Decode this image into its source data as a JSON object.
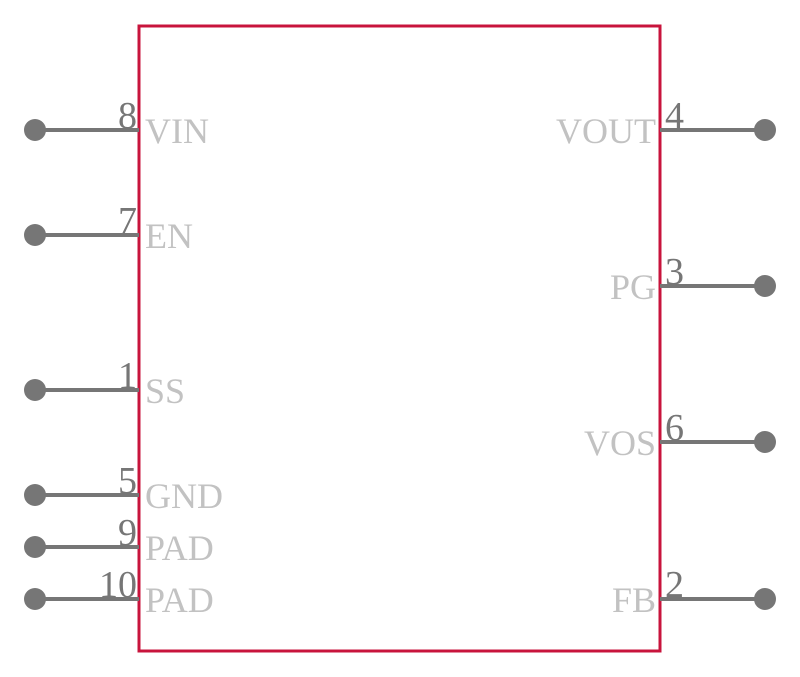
{
  "colors": {
    "body_outline": "#c8143c",
    "pin_line": "#767676",
    "pin_number": "#767676",
    "pin_name": "#c2c2c2"
  },
  "left_pins": [
    {
      "number": "8",
      "name": "VIN"
    },
    {
      "number": "7",
      "name": "EN"
    },
    {
      "number": "1",
      "name": "SS"
    },
    {
      "number": "5",
      "name": "GND"
    },
    {
      "number": "9",
      "name": "PAD"
    },
    {
      "number": "10",
      "name": "PAD"
    }
  ],
  "right_pins": [
    {
      "number": "4",
      "name": "VOUT"
    },
    {
      "number": "3",
      "name": "PG"
    },
    {
      "number": "6",
      "name": "VOS"
    },
    {
      "number": "2",
      "name": "FB"
    }
  ]
}
